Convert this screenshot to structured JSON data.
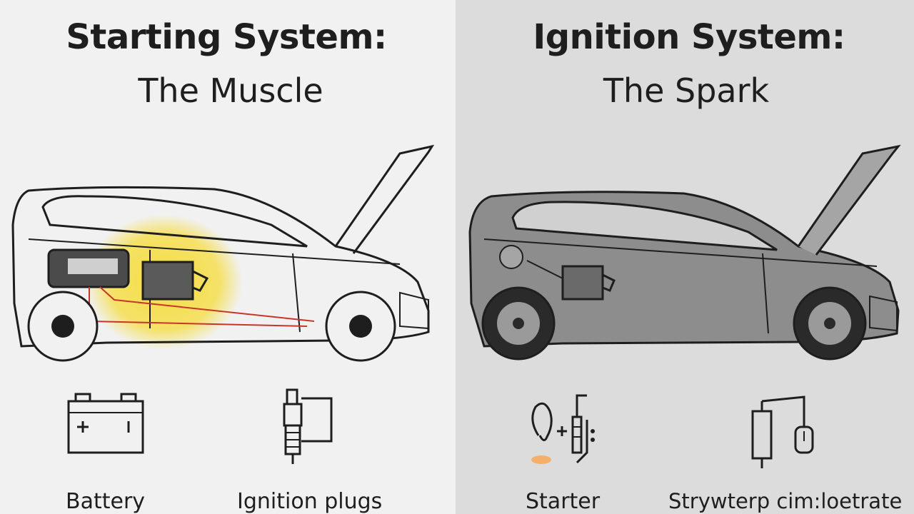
{
  "left": {
    "title": "Starting System:",
    "subtitle": "The Muscle",
    "captions": [
      "Battery",
      "Ignition plugs"
    ],
    "highlight_color": "#f6dc3a"
  },
  "right": {
    "title": "Ignition System:",
    "subtitle": "The Spark",
    "captions": [
      "Starter",
      "Strywterp cim:loetrate"
    ],
    "car_fill": "#8d8d8d"
  },
  "icons": {
    "left": [
      "battery-icon",
      "spark-plug-icon"
    ],
    "right": [
      "starter-icon",
      "coil-icon"
    ]
  }
}
